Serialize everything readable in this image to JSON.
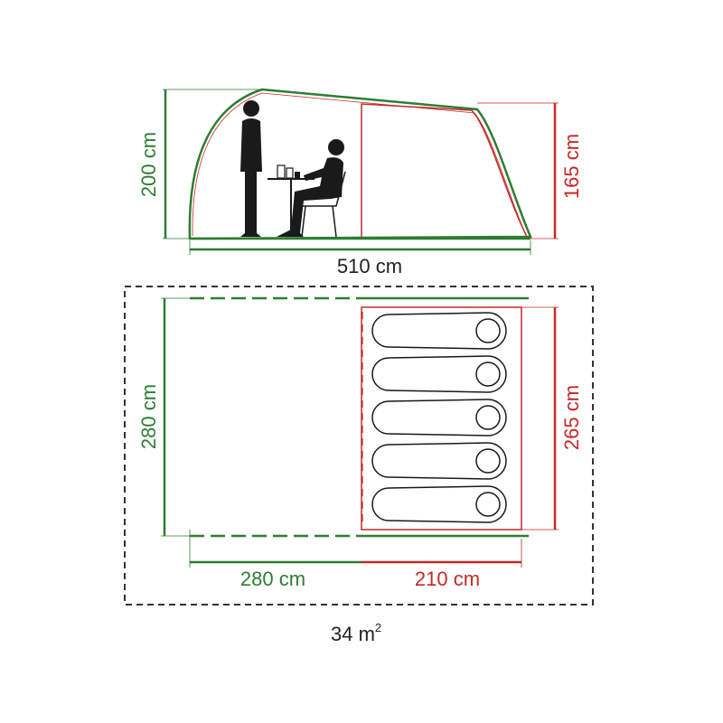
{
  "colors": {
    "green": "#2e7d32",
    "red": "#c62828",
    "black": "#1a1a1a",
    "dashed_border": "#333333"
  },
  "side_view": {
    "height_total": "200 cm",
    "height_bedroom": "165 cm",
    "length_total": "510 cm"
  },
  "floor_plan": {
    "width_total": "280 cm",
    "width_bedroom": "265 cm",
    "length_living": "280 cm",
    "length_bedroom": "210 cm",
    "sleeping_bags": 5
  },
  "area": {
    "value": "34 m",
    "superscript": "2"
  }
}
